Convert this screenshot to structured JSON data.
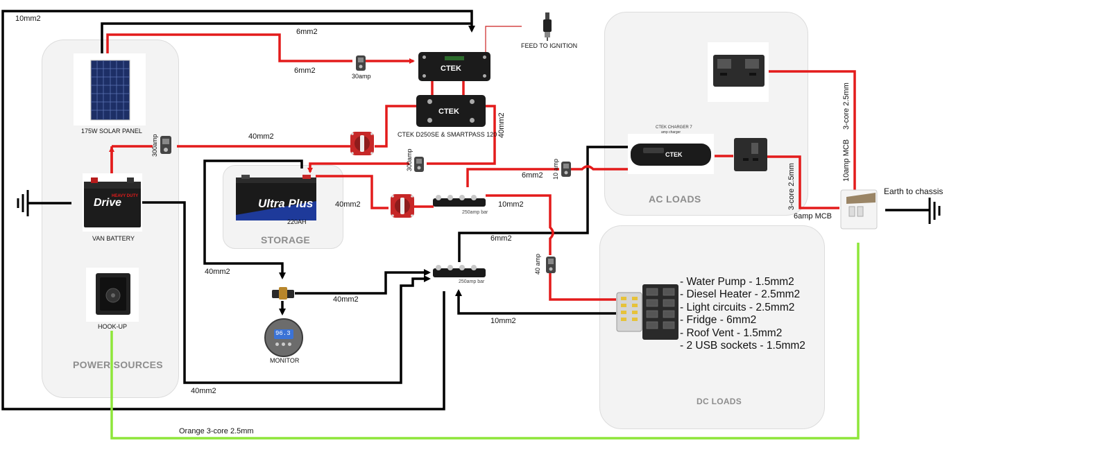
{
  "panels": {
    "power_sources": "POWER SOURCES",
    "storage": "STORAGE",
    "ac_loads": "AC LOADS",
    "dc_loads": "DC LOADS"
  },
  "devices": {
    "solar_panel": "175W SOLAR PANEL",
    "van_battery": "VAN BATTERY",
    "van_battery_brand": "Drive",
    "van_battery_sub": "HEAVY DUTY",
    "hook_up": "HOOK-UP",
    "leisure_battery_brand": "Ultra Plus",
    "leisure_battery_capacity": "220AH",
    "monitor": "MONITOR",
    "monitor_reading": "96.3",
    "feed_to_ignition": "FEED TO IGNITION",
    "ctek_logo": "CTEK",
    "ctek_combo": "CTEK D250SE & SMARTPASS 120",
    "ctek_charger_title": "CTEK CHARGER 7",
    "ctek_charger_sub": "amp charger",
    "bus_bar": "250amp bar",
    "earth_to_chassis": "Earth to chassis"
  },
  "wire_labels": {
    "top_10mm2": "10mm2",
    "top_6mm2": "6mm2",
    "mid_6mm2": "6mm2",
    "fuse_30amp": "30amp",
    "fuse_300amp_left": "300amp",
    "cable_40mm2_solar": "40mm2",
    "cable_40mm2_ctek": "40mm2",
    "fuse_300amp_mid": "300amp",
    "cable_6mm2_charger": "6mm2",
    "fuse_10amp": "10 amp",
    "cable_40mm2_storage": "40mm2",
    "cable_10mm2_bus": "10mm2",
    "cable_6mm2_dc": "6mm2",
    "cable_40mm2_left": "40mm2",
    "cable_40mm2_shunt": "40mm2",
    "fuse_40amp": "40 amp",
    "cable_10mm2_fusebox": "10mm2",
    "cable_40mm2_bottom": "40mm2",
    "orange_cable": "Orange  3-core 2.5mm",
    "cable_3core_top": "3-core 2.5mm",
    "mcb_10amp": "10amp MCB",
    "cable_3core_socket": "3-core 2.5mm",
    "mcb_6amp": "6amp MCB"
  },
  "dc_loads_list": [
    "- Water Pump - 1.5mm2",
    "- Diesel Heater - 2.5mm2",
    "- Light circuits - 2.5mm2",
    "- Fridge - 6mm2",
    "- Roof Vent - 1.5mm2",
    "- 2 USB sockets - 1.5mm2"
  ],
  "colors": {
    "positive": "#e31b1b",
    "negative": "#000000",
    "hookup": "#8ee63a",
    "panel_bg": "#f3f3f3",
    "panel_title": "#8d8d8d"
  }
}
